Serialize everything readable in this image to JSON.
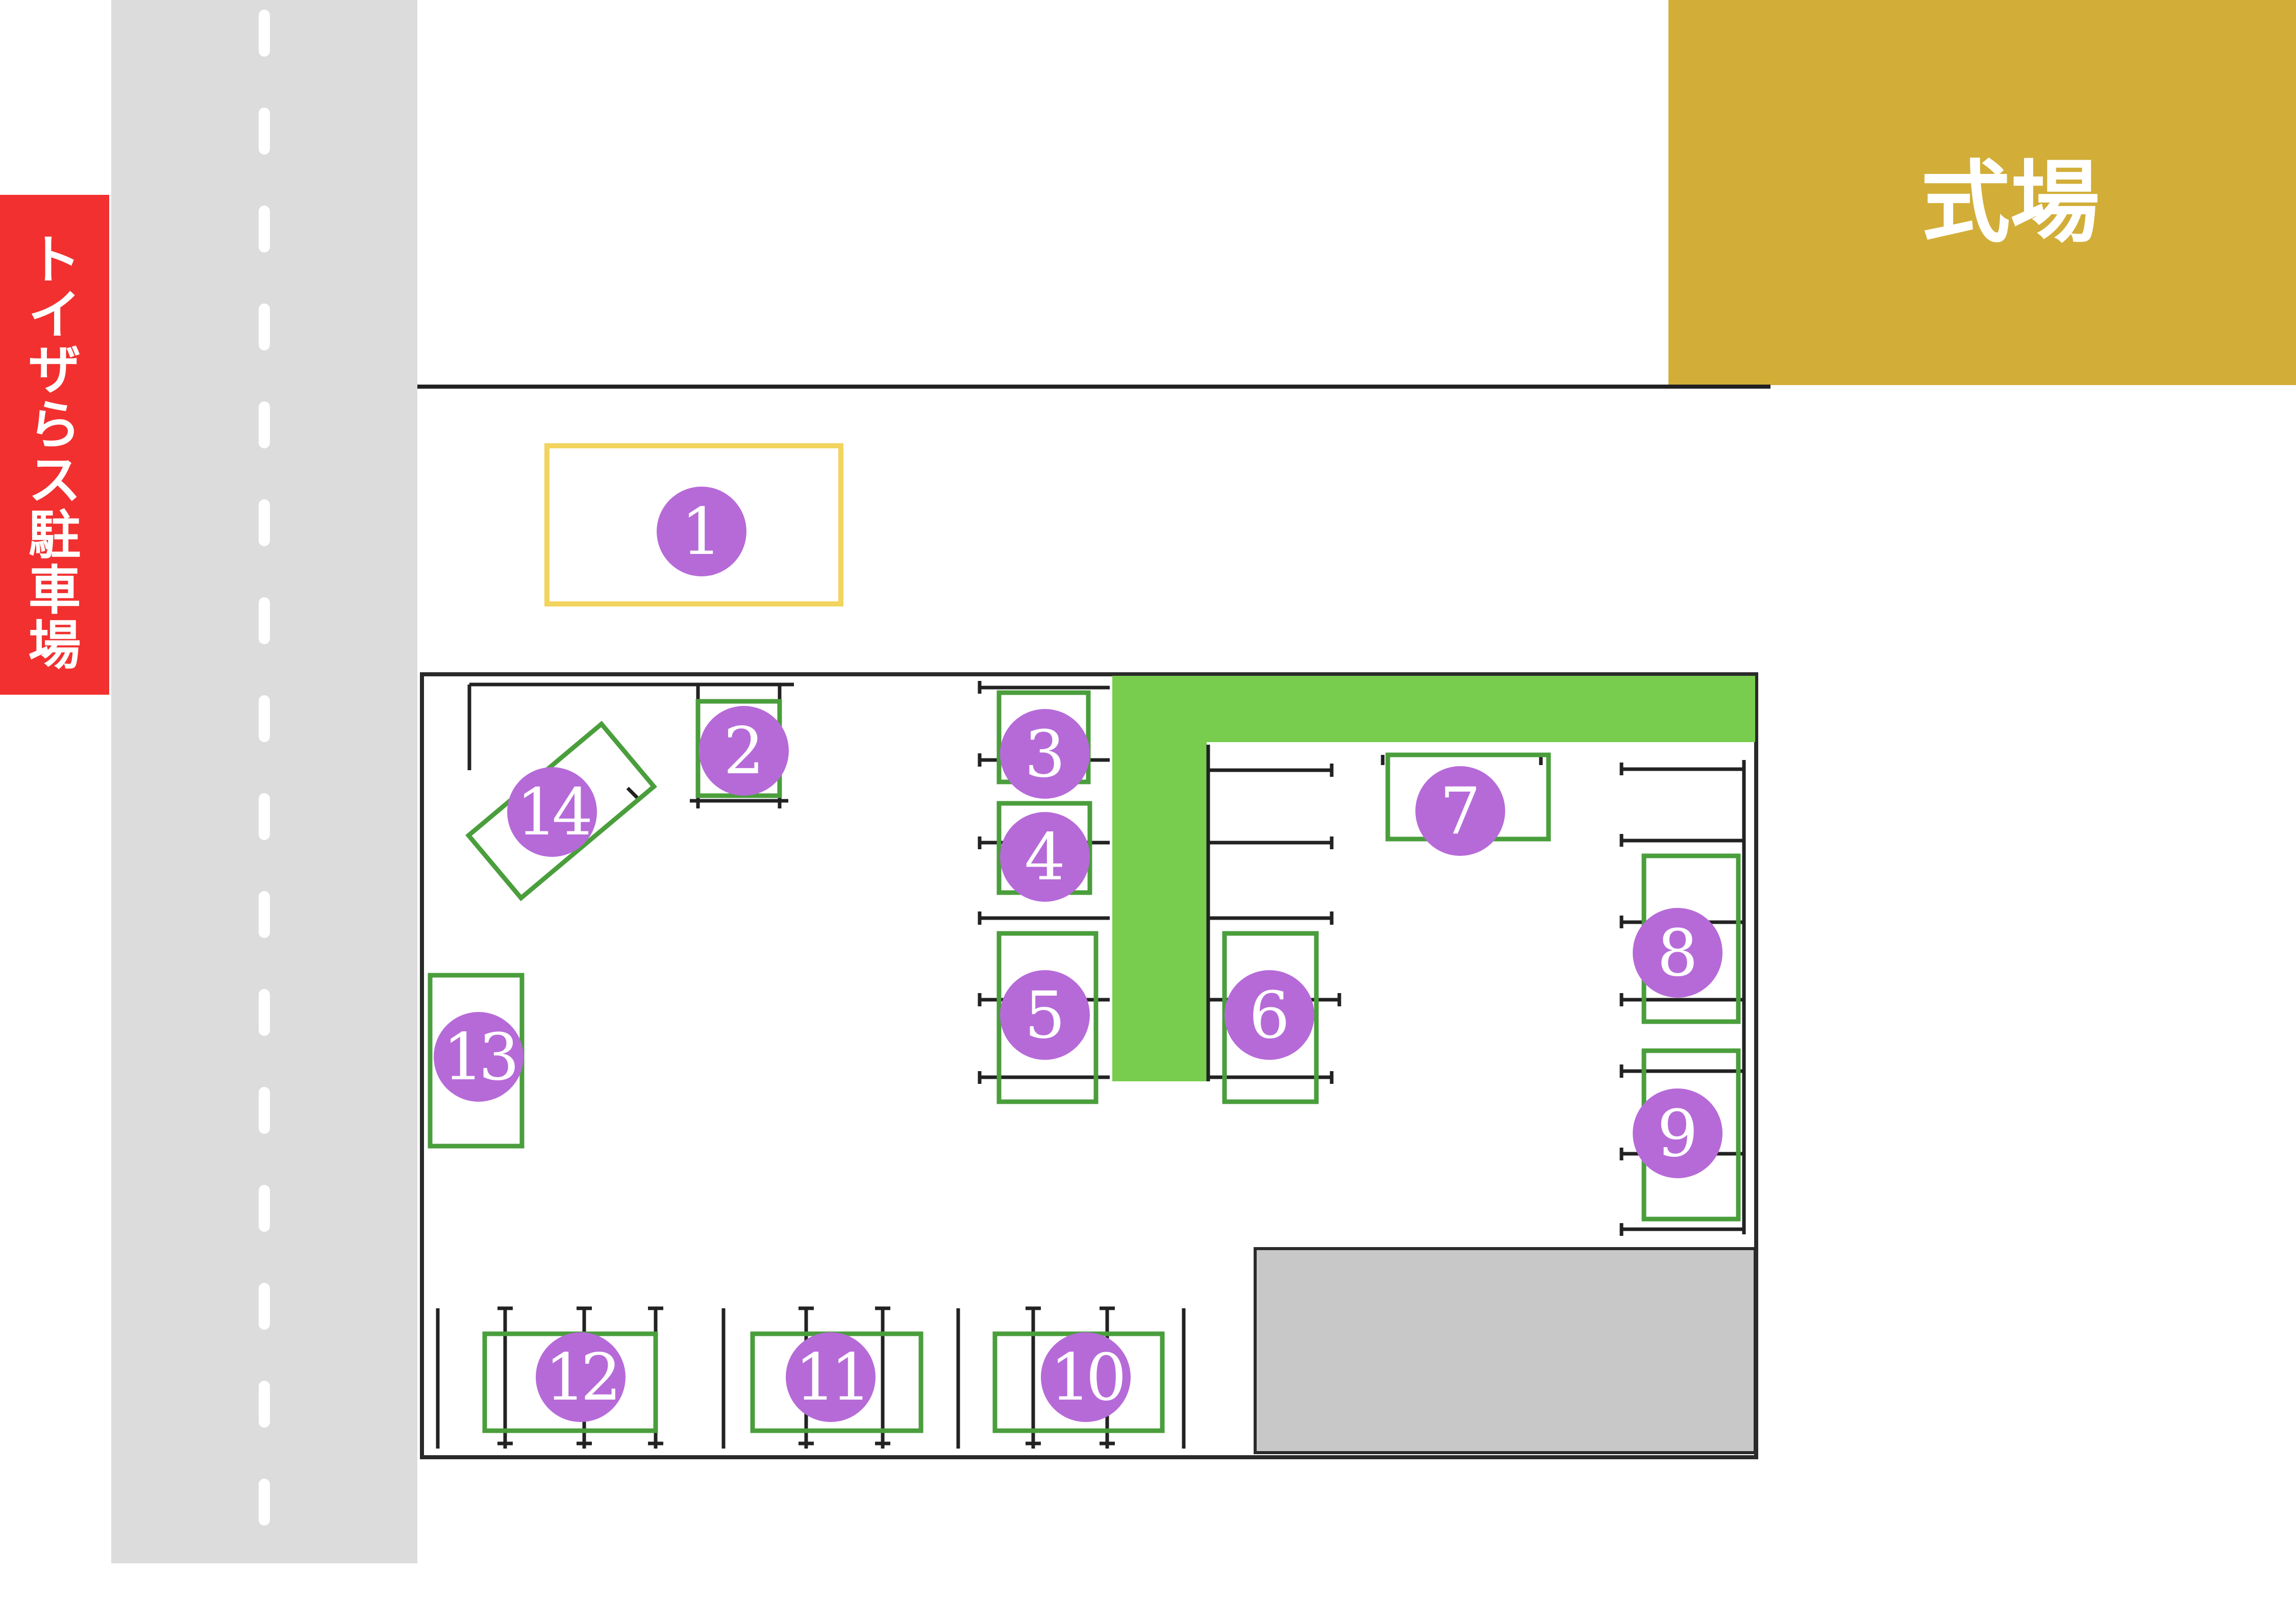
{
  "labels": {
    "parking": "トイザらス駐車場",
    "venue": "式場"
  },
  "colors": {
    "road": "#dcdcdc",
    "parking_sign": "#f23030",
    "venue": "#d2ae38",
    "grass": "#78cc4e",
    "spot_outline": "#4a9e3c",
    "entrance_outline": "#f2d45e",
    "marker": "#b66ad8",
    "building": "#c8c8c8"
  },
  "markers": [
    "1",
    "2",
    "3",
    "4",
    "5",
    "6",
    "7",
    "8",
    "9",
    "10",
    "11",
    "12",
    "13",
    "14"
  ]
}
